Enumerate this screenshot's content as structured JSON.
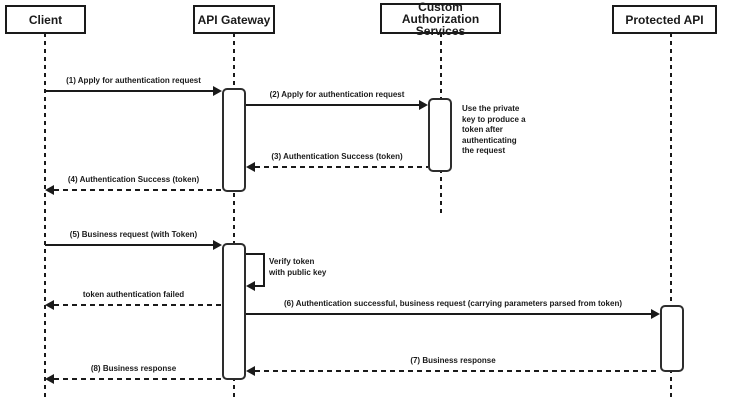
{
  "colors": {
    "line": "#1a1a1a",
    "background": "#ffffff"
  },
  "actors": {
    "client": "Client",
    "api_gateway": "API Gateway",
    "custom_auth": "Custom Authorization\nServices",
    "protected_api": "Protected API"
  },
  "messages": {
    "m1": "(1) Apply for authentication request",
    "m2": "(2) Apply for authentication request",
    "m3": "(3) Authentication Success (token)",
    "m4": "(4) Authentication Success (token)",
    "m5": "(5) Business request (with Token)",
    "verify": "Verify token\nwith public key",
    "token_failed": "token authentication failed",
    "m6": "(6) Authentication successful, business request (carrying parameters parsed from token)",
    "m7": "(7) Business response",
    "m8": "(8) Business response"
  },
  "note": "Use the private\nkey to produce a\ntoken after\nauthenticating\nthe request"
}
